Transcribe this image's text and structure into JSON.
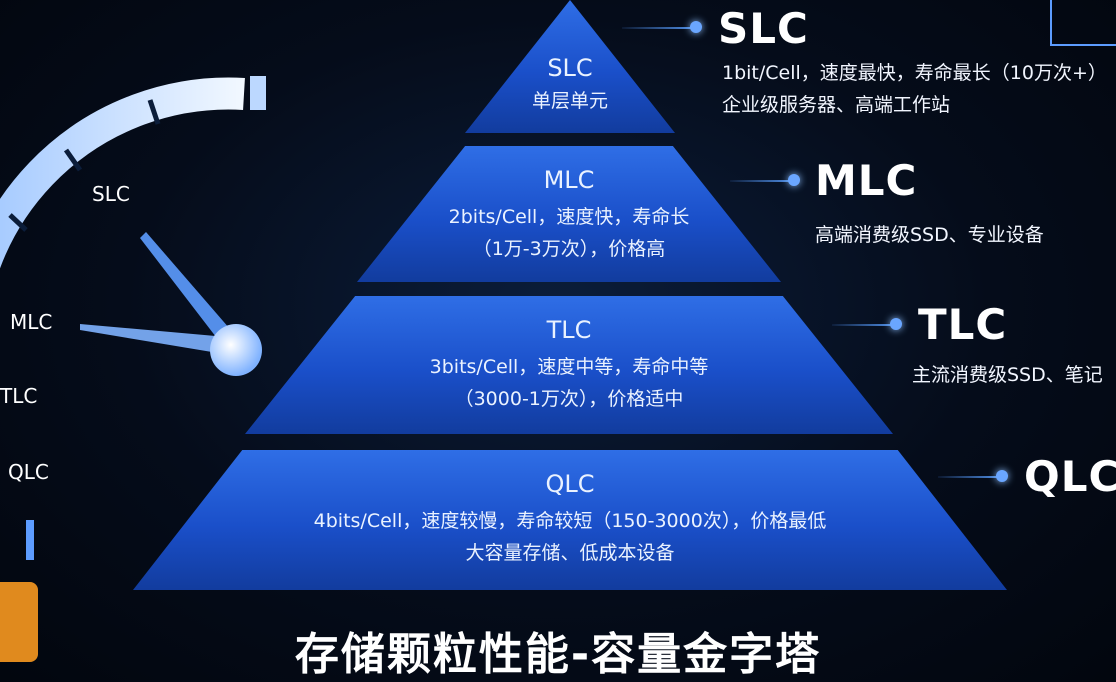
{
  "pyramid": [
    {
      "name": "SLC",
      "lines": [
        "单层单元"
      ]
    },
    {
      "name": "MLC",
      "lines": [
        "2bits/Cell，速度快，寿命长",
        "（1万-3万次），价格高"
      ]
    },
    {
      "name": "TLC",
      "lines": [
        "3bits/Cell，速度中等，寿命中等",
        "（3000-1万次），价格适中"
      ]
    },
    {
      "name": "QLC",
      "lines": [
        "4bits/Cell，速度较慢，寿命较短（150-3000次），价格最低",
        "大容量存储、低成本设备"
      ]
    }
  ],
  "right_labels": [
    {
      "name": "SLC",
      "lines": [
        "1bit/Cell，速度最快，寿命最长（10万次+）",
        "企业级服务器、高端工作站"
      ]
    },
    {
      "name": "MLC",
      "lines": [
        "高端消费级SSD、专业设备"
      ]
    },
    {
      "name": "TLC",
      "lines": [
        "主流消费级SSD、笔记"
      ]
    },
    {
      "name": "QLC",
      "lines": []
    }
  ],
  "gauge": {
    "labels": [
      "SLC",
      "MLC",
      "TLC",
      "QLC"
    ]
  },
  "title": "存储颗粒性能-容量金字塔",
  "colors": {
    "layer": "#1f56d6",
    "accent": "#5d9cff",
    "gauge": "#cfe4ff"
  }
}
